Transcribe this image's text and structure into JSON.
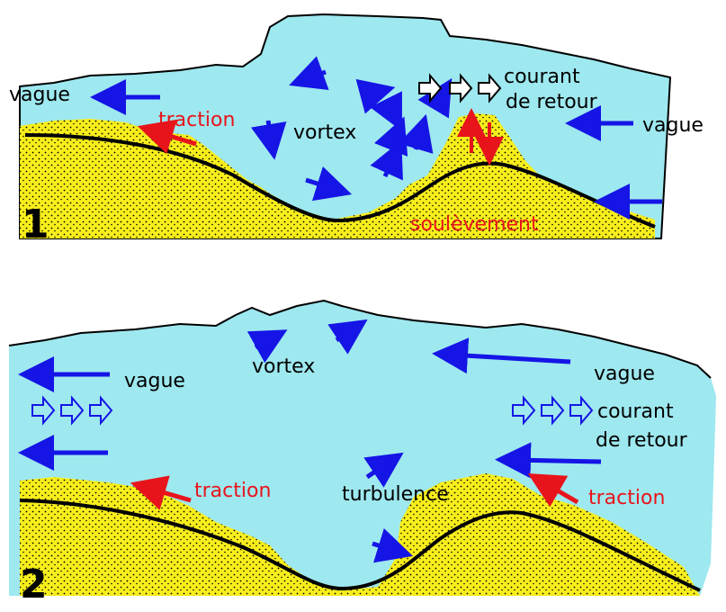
{
  "colors": {
    "water": "#9ee8ef",
    "sand": "#f7ee1c",
    "outline": "#000000",
    "flow_arrow": "#1515e6",
    "force_arrow": "#e8141b"
  },
  "panel1": {
    "number": "1",
    "label_vague_left": "vague",
    "label_vague_right": "vague",
    "label_traction": "traction",
    "label_vortex": "vortex",
    "label_courant_line1": "courant",
    "label_courant_line2": "de retour",
    "label_soulevement": "soulèvement"
  },
  "panel2": {
    "number": "2",
    "label_vague_left": "vague",
    "label_vague_right": "vague",
    "label_vortex": "vortex",
    "label_courant_line1": "courant",
    "label_courant_line2": "de retour",
    "label_traction_left": "traction",
    "label_traction_right": "traction",
    "label_turbulence": "turbulence"
  }
}
